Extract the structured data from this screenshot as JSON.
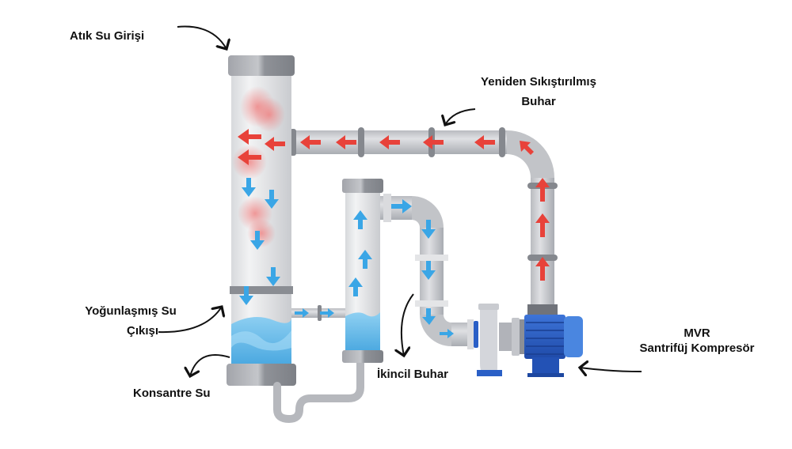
{
  "diagram": {
    "title": "MVR evaporation system",
    "colors": {
      "pipe": "#c7c9cd",
      "pipe_dark": "#8e9197",
      "flange": "#9a9ca2",
      "water": "#5fb6e8",
      "water_light": "#a9dcf6",
      "steam_arrow": "#e8423a",
      "flow_arrow": "#3aa6e6",
      "motor": "#2a5fc6",
      "motor_dark": "#1d47a0",
      "heat_glow": "#f08a8a"
    },
    "labels": {
      "waste_water_inlet": "Atık Su Girişi",
      "recompressed_steam_line1": "Yeniden Sıkıştırılmış",
      "recompressed_steam_line2": "Buhar",
      "condensate_outlet_line1": "Yoğunlaşmış Su",
      "condensate_outlet_line2": "Çıkışı",
      "concentrate": "Konsantre Su",
      "secondary_steam": "İkincil Buhar",
      "compressor_line1": "MVR",
      "compressor_line2": "Santrifüj Kompresör"
    },
    "nodes": [
      {
        "id": "evaporator",
        "name": "Evaporator column"
      },
      {
        "id": "separator",
        "name": "Separator column"
      },
      {
        "id": "compressor",
        "name": "MVR centrifugal compressor"
      }
    ],
    "edges": [
      {
        "from": "separator",
        "to": "compressor",
        "label": "İkincil Buhar",
        "medium": "steam"
      },
      {
        "from": "compressor",
        "to": "evaporator",
        "label": "Yeniden Sıkıştırılmış Buhar",
        "medium": "steam"
      },
      {
        "from": "evaporator",
        "to": "separator",
        "medium": "liquid"
      }
    ]
  }
}
